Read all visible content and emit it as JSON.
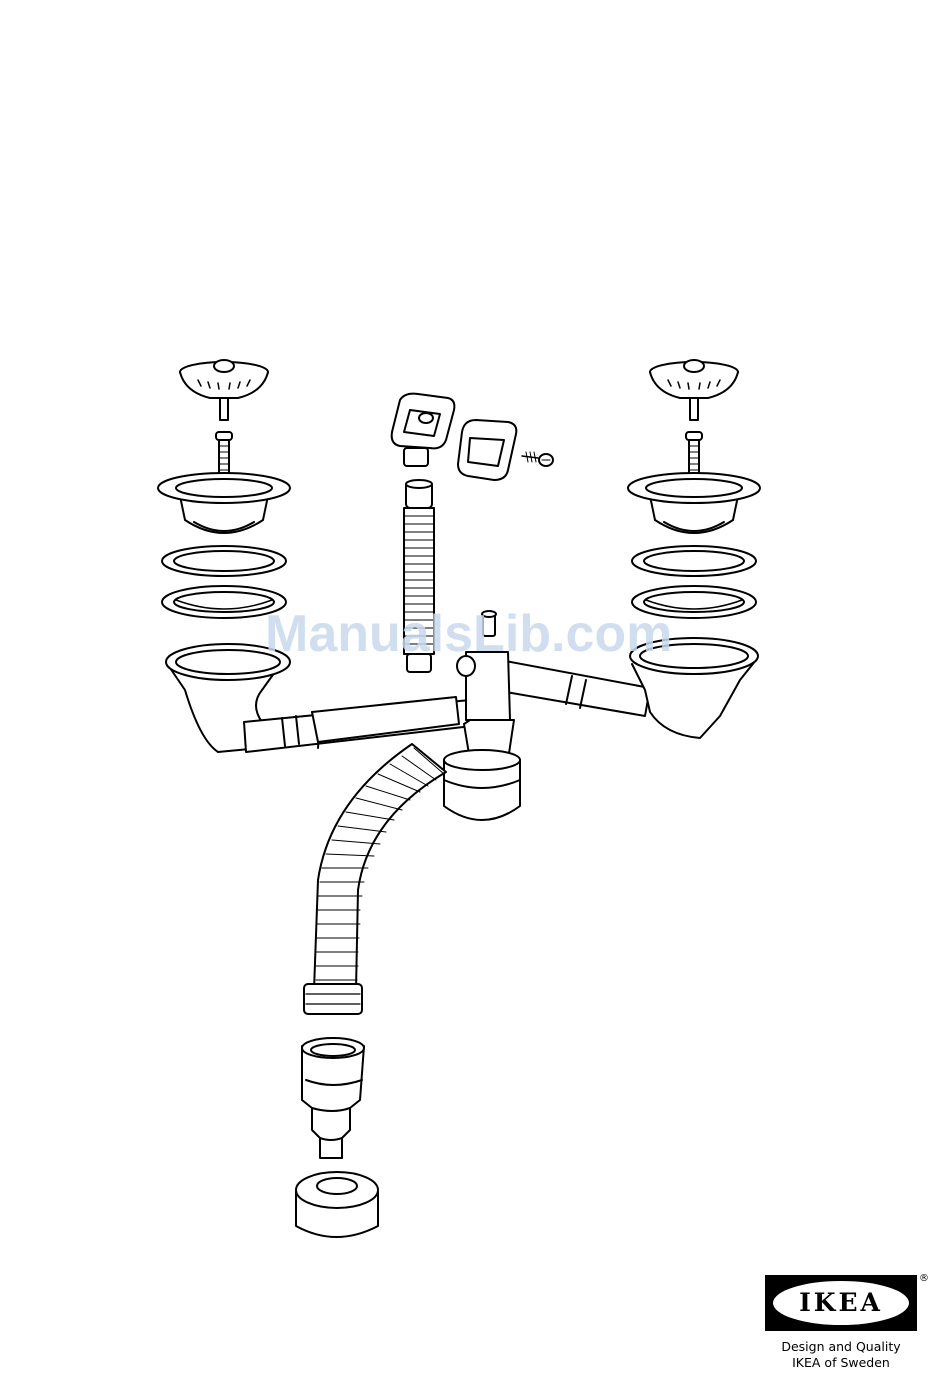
{
  "watermark": {
    "text": "ManualsLib.com"
  },
  "brand": {
    "logo_text": "IKEA",
    "registered_mark": "®",
    "tagline_line1": "Design and Quality",
    "tagline_line2": "IKEA of Sweden"
  },
  "icons": [
    "sink-strainer-basket-icon",
    "drain-outlet-icon",
    "gasket-icon",
    "overflow-icon",
    "screw-icon",
    "corrugated-hose-icon",
    "trap-icon",
    "hose-adapter-icon",
    "rubber-collar-icon"
  ]
}
